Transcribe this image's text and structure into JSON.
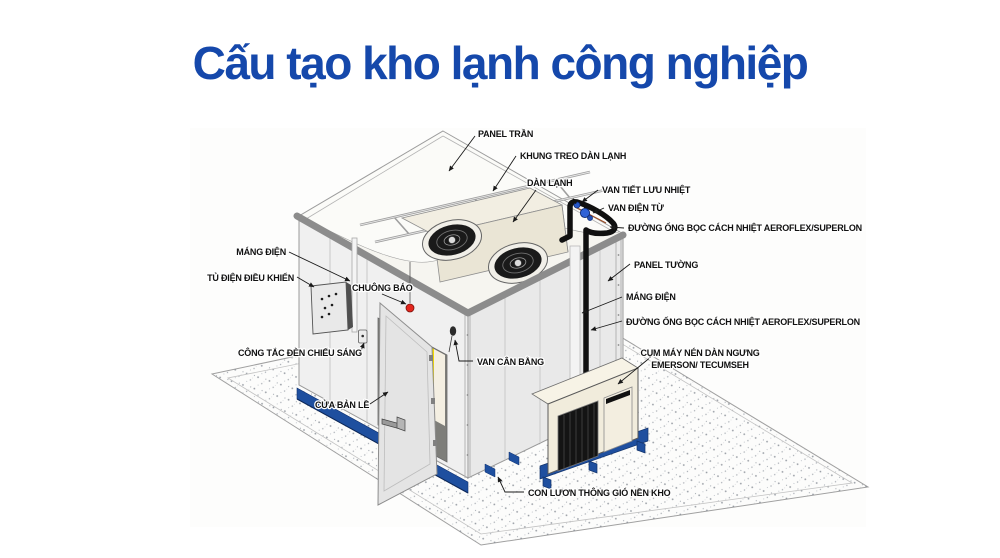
{
  "title": {
    "text": "Cấu tạo kho lạnh công nghiệp",
    "color": "#1548ab"
  },
  "diagram": {
    "description": "Isometric cutaway drawing of an industrial cold room with annotated components",
    "labels": [
      {
        "id": "panel-tran",
        "text": "PANEL TRẦN"
      },
      {
        "id": "khung-treo-dan-lanh",
        "text": "KHUNG TREO DÀN LẠNH"
      },
      {
        "id": "dan-lanh",
        "text": "DÀN LẠNH"
      },
      {
        "id": "van-tiet-luu-nhiet",
        "text": "VAN TIẾT LƯU NHIỆT"
      },
      {
        "id": "van-dien-tu",
        "text": "VAN ĐIỆN TỪ"
      },
      {
        "id": "duong-ong-tren",
        "text": "ĐƯỜNG ỐNG BỌC CÁCH NHIỆT AEROFLEX/SUPERLON"
      },
      {
        "id": "panel-tuong",
        "text": "PANEL TƯỜNG"
      },
      {
        "id": "mang-dien-phai",
        "text": "MÁNG ĐIỆN"
      },
      {
        "id": "duong-ong-duoi",
        "text": "ĐƯỜNG ỐNG BỌC CÁCH NHIỆT AEROFLEX/SUPERLON"
      },
      {
        "id": "mang-dien-trai",
        "text": "MÁNG ĐIỆN"
      },
      {
        "id": "tu-dien-dieu-khien",
        "text": "TỦ ĐIỆN ĐIỀU KHIỂN"
      },
      {
        "id": "chuong-bao",
        "text": "CHUÔNG BÁO"
      },
      {
        "id": "cong-tac-den",
        "text": "CÔNG TẮC ĐÈN CHIẾU SÁNG"
      },
      {
        "id": "van-can-bang",
        "text": "VAN CÂN BẰNG"
      },
      {
        "id": "cua-ban-le",
        "text": "CỬA BẢN LỀ"
      },
      {
        "id": "cum-may-nen",
        "text": "CỤM MÁY NÉN DÀN NGƯNG",
        "text2": "EMERSON/ TECUMSEH"
      },
      {
        "id": "con-luon",
        "text": "CON LƯƠN THÔNG GIÓ NỀN KHO"
      }
    ],
    "colors": {
      "title_blue": "#1548ab",
      "base_skid_blue": "#1e4f9f",
      "valve_blue": "#2f62d6",
      "alarm_bell_red": "#e3261d",
      "curtain_red": "#e8221c",
      "curtain_yellow": "#f2d900",
      "pipe_black": "#101010",
      "beam_gray": "#8c8c8c"
    }
  }
}
